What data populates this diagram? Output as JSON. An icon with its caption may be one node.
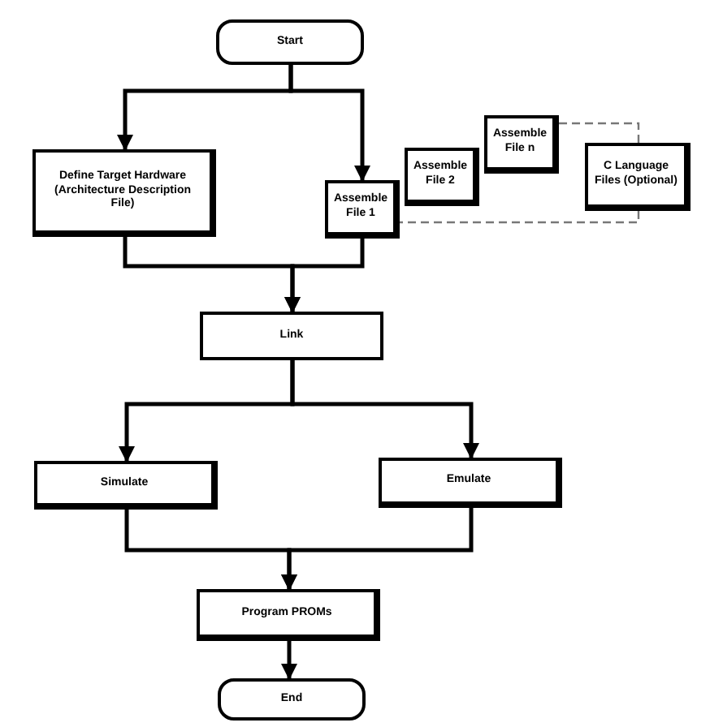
{
  "diagram": {
    "nodes": [
      {
        "text": [
          "Start"
        ]
      },
      {
        "text": [
          "Define Target Hardware (Architecture Description File)"
        ]
      },
      {
        "text": [
          "Assemble File n"
        ]
      },
      {
        "text": [
          "Assemble File 2"
        ]
      },
      {
        "text": [
          "Assemble File 1"
        ]
      },
      {
        "text": [
          "C Language Files (Optional)"
        ]
      },
      {
        "text": [
          "Link"
        ]
      },
      {
        "text": [
          "Simulate"
        ]
      },
      {
        "text": [
          "Emulate"
        ]
      },
      {
        "text": [
          "Program PROMs"
        ]
      },
      {
        "text": [
          "End"
        ]
      }
    ],
    "edges": [
      {
        "from": 0,
        "to": 1,
        "arrow": "to"
      },
      {
        "from": 0,
        "to": 4,
        "arrow": "to"
      },
      {
        "from": 5,
        "to": 2,
        "arrow": "none",
        "style": "dashed",
        "color": "#777777"
      },
      {
        "from": 5,
        "to": 4,
        "arrow": "none",
        "style": "dashed",
        "color": "#777777"
      },
      {
        "from": 1,
        "to": 6,
        "arrow": "to"
      },
      {
        "from": 4,
        "to": 6,
        "arrow": "to"
      },
      {
        "from": 6,
        "to": 7,
        "arrow": "to"
      },
      {
        "from": 6,
        "to": 8,
        "arrow": "to"
      },
      {
        "from": 7,
        "to": 9,
        "arrow": "to"
      },
      {
        "from": 8,
        "to": 9,
        "arrow": "to"
      },
      {
        "from": 9,
        "to": 10,
        "arrow": "to"
      }
    ]
  }
}
